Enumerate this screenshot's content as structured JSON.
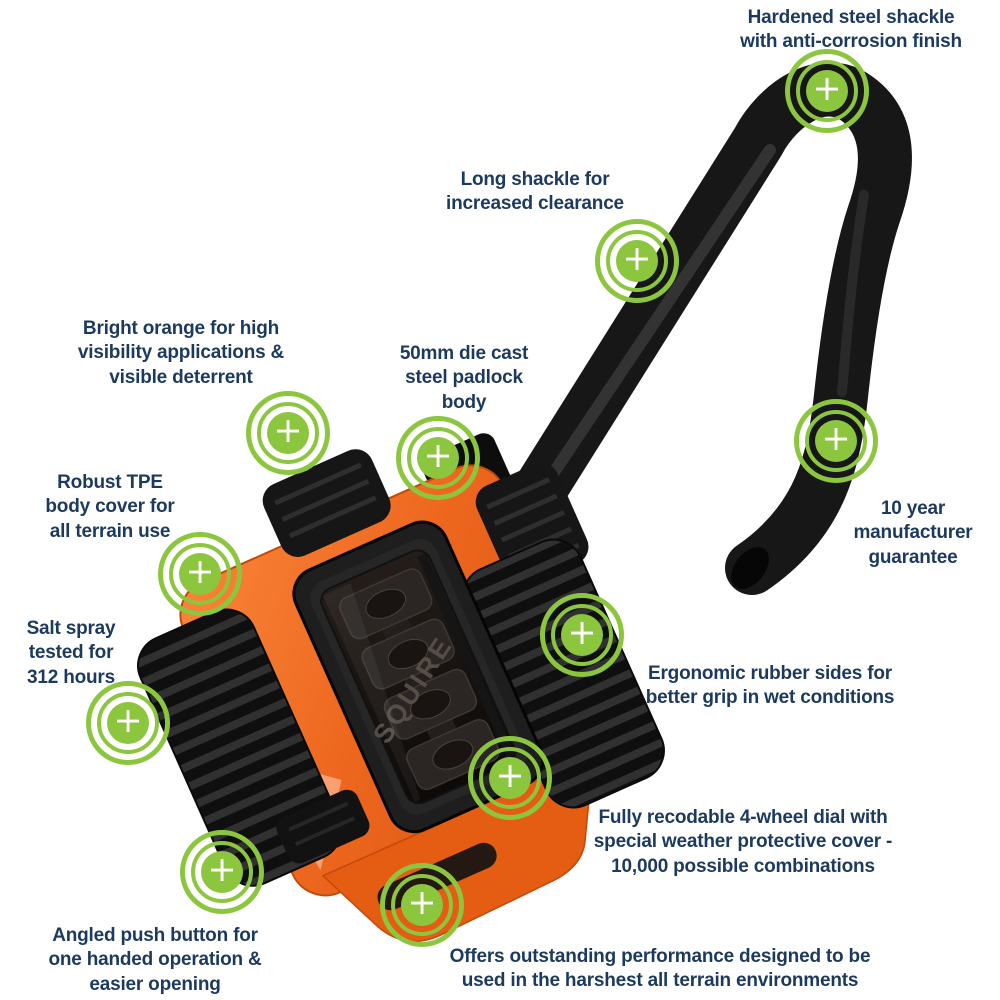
{
  "product": {
    "brand_embossed": "SQUIRE"
  },
  "marker": {
    "plus_glyph": "+"
  },
  "colors": {
    "accent_green": "#8cc63f",
    "body_orange": "#ee671f",
    "text_navy": "#1c3a5e",
    "shackle_black": "#171717"
  },
  "callouts": [
    {
      "id": "hardened-shackle",
      "text": "Hardened steel shackle\nwith anti-corrosion finish"
    },
    {
      "id": "long-shackle",
      "text": "Long shackle for\nincreased clearance"
    },
    {
      "id": "bright-orange",
      "text": "Bright orange for high\nvisibility applications &\nvisible deterrent"
    },
    {
      "id": "padlock-body",
      "text": "50mm die cast\nsteel padlock\nbody"
    },
    {
      "id": "tpe-cover",
      "text": "Robust TPE\nbody cover for\nall terrain use"
    },
    {
      "id": "salt-spray",
      "text": "Salt spray\ntested for\n312 hours"
    },
    {
      "id": "guarantee",
      "text": "10 year\nmanufacturer\nguarantee"
    },
    {
      "id": "ergonomic-sides",
      "text": "Ergonomic rubber sides for\nbetter grip in wet conditions"
    },
    {
      "id": "recodable-dial",
      "text": "Fully recodable 4-wheel dial with\nspecial weather protective cover -\n10,000 possible combinations"
    },
    {
      "id": "push-button",
      "text": "Angled push button for\none handed operation &\neasier opening"
    },
    {
      "id": "performance",
      "text": "Offers outstanding performance designed to be\nused in the harshest all terrain environments"
    }
  ]
}
